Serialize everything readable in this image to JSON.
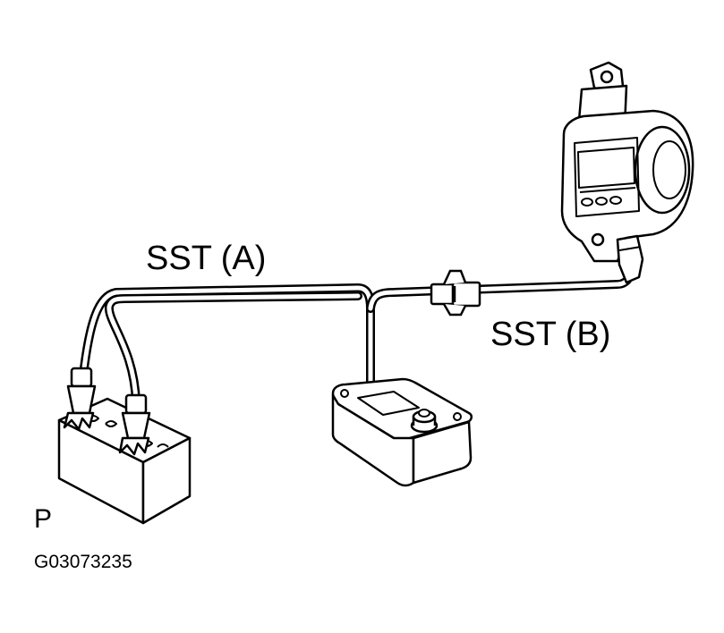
{
  "labels": {
    "sst_a": "SST (A)",
    "sst_b": "SST (B)",
    "p": "P",
    "figure_code": "G03073235"
  },
  "colors": {
    "ink": "#000000",
    "paper": "#ffffff",
    "shade": "#d9d9d9"
  },
  "components": {
    "battery": "battery",
    "tester_box": "deployment-tool-box",
    "connector": "inline-connector",
    "retractor": "seat-belt-pretensioner-retractor"
  }
}
